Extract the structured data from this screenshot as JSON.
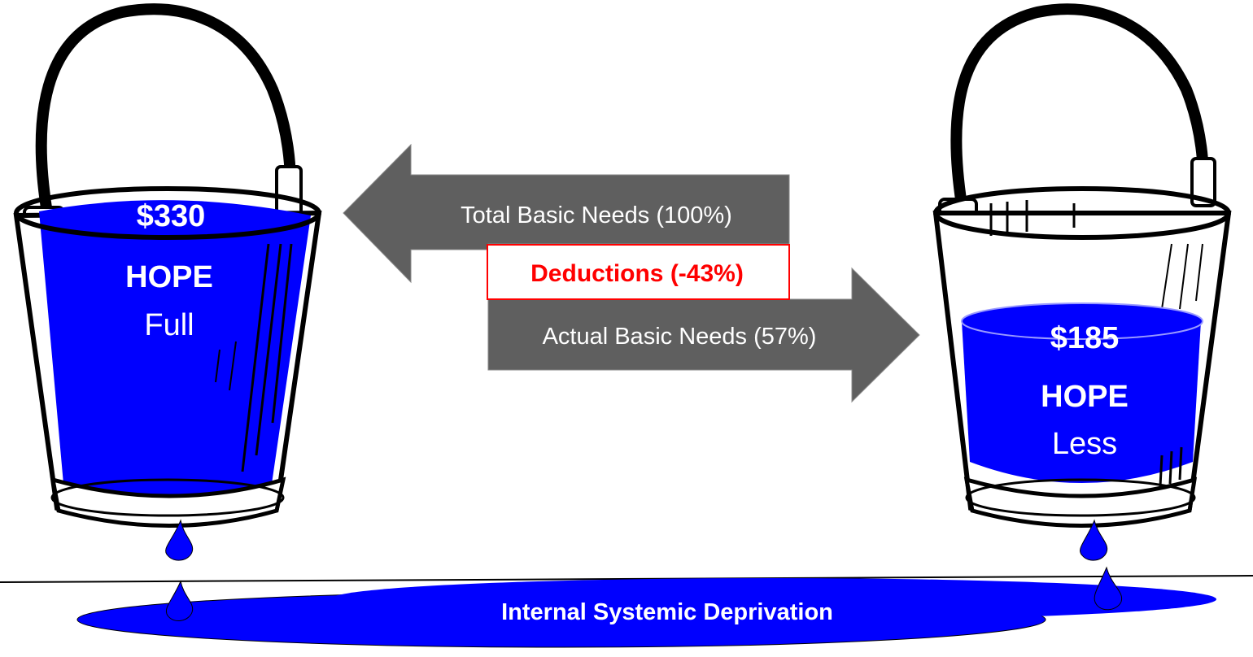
{
  "colors": {
    "water": "#0000ff",
    "arrow": "#5f5f5f",
    "deduction_text": "#ff0000",
    "outline": "#000000"
  },
  "left_bucket": {
    "amount": "$330",
    "label": "HOPE",
    "state": "Full",
    "fill_level": 1.0
  },
  "right_bucket": {
    "amount": "$185",
    "label": "HOPE",
    "state": "Less",
    "fill_level": 0.57
  },
  "arrows": {
    "total": "Total Basic Needs (100%)",
    "deductions": "Deductions (-43%)",
    "actual": "Actual Basic Needs (57%)"
  },
  "puddle": {
    "label": "Internal Systemic Deprivation"
  }
}
